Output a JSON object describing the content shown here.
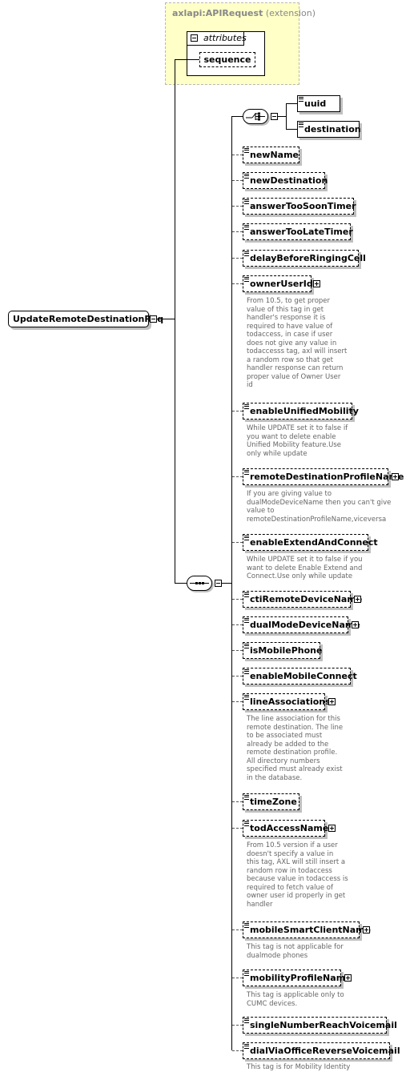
{
  "extension": {
    "type_name": "axlapi:APIRequest",
    "type_suffix": "(extension)",
    "attributes_label": "attributes",
    "sequence_label": "sequence"
  },
  "root": {
    "label": "UpdateRemoteDestinationReq"
  },
  "choice": {
    "items": [
      "uuid",
      "destination"
    ]
  },
  "elements": [
    {
      "label": "newName"
    },
    {
      "label": "newDestination"
    },
    {
      "label": "answerTooSoonTimer"
    },
    {
      "label": "answerTooLateTimer"
    },
    {
      "label": "delayBeforeRingingCell"
    },
    {
      "label": "ownerUserId",
      "note": [
        "From 10.5, to get proper",
        "value of this tag in get",
        "handler's response it is",
        "required to have value of",
        "todaccess, in case if user",
        "does not give any value in",
        "todaccesss tag, axl will insert",
        "a random row so that get",
        "handler response can return",
        "proper value of Owner User",
        "id"
      ]
    },
    {
      "label": "enableUnifiedMobility",
      "note": [
        "While UPDATE set it to false if",
        "you want to delete enable",
        "Unified Mobility feature.Use",
        "only while update"
      ]
    },
    {
      "label": "remoteDestinationProfileName",
      "note": [
        "If you are giving value to",
        "dualModeDeviceName then you can't give",
        "value to",
        "remoteDestinationProfileName,viceversa"
      ]
    },
    {
      "label": "enableExtendAndConnect",
      "note": [
        "While UPDATE set it to false if you",
        "want to delete Enable Extend and",
        "Connect.Use only while update"
      ]
    },
    {
      "label": "ctiRemoteDeviceName"
    },
    {
      "label": "dualModeDeviceName"
    },
    {
      "label": "isMobilePhone"
    },
    {
      "label": "enableMobileConnect"
    },
    {
      "label": "lineAssociations",
      "note": [
        "The line association for this",
        "remote destination. The line",
        "to be associated must",
        "already be added to the",
        "remote destination profile.",
        "All directory numbers",
        "specified must already exist",
        "in the database."
      ]
    },
    {
      "label": "timeZone"
    },
    {
      "label": "todAccessName",
      "note": [
        "From 10.5 version if a user",
        "doesn't specify a value in",
        "this tag, AXL will still insert a",
        "random row in todaccess",
        "because value in todaccess is",
        "required to fetch value of",
        "owner user id properly in get",
        "handler"
      ]
    },
    {
      "label": "mobileSmartClientName",
      "note": [
        "This tag is not applicable for",
        "dualmode phones"
      ]
    },
    {
      "label": "mobilityProfileName",
      "note": [
        "This tag is applicable only to",
        "CUMC devices."
      ]
    },
    {
      "label": "singleNumberReachVoicemail"
    },
    {
      "label": "dialViaOfficeReverseVoicemail",
      "note": [
        "This tag is for Mobility Identity"
      ]
    }
  ]
}
